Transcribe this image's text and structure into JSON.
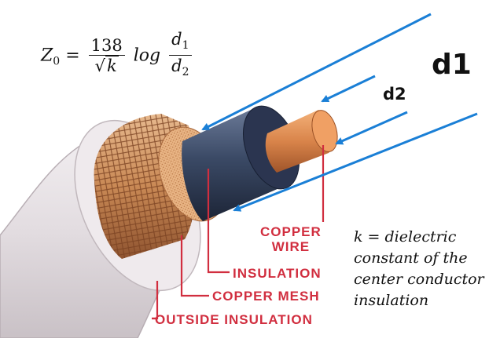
{
  "formula": {
    "lhs": "Z",
    "lhs_sub": "0",
    "equals": "=",
    "numerator": "138",
    "sqrt_symbol": "√",
    "radicand": "k",
    "log": "log",
    "d_num": "d",
    "d_num_sub": "1",
    "d_den": "d",
    "d_den_sub": "2"
  },
  "labels": {
    "d1": "d1",
    "d2": "d2",
    "copper_wire_line1": "COPPER",
    "copper_wire_line2": "WIRE",
    "insulation": "INSULATION",
    "copper_mesh": "COPPER MESH",
    "outside_insulation": "OUTSIDE INSULATION"
  },
  "note": {
    "line1": "k = dielectric",
    "line2": "constant of the",
    "line3": "center conductor",
    "line4": "insulation"
  },
  "colors": {
    "label_red": "#d12e3f",
    "arrow_blue": "#1a7fd6",
    "copper": "#d9844a",
    "insulation_blue": "#3b4a66",
    "outer_jacket": "#e8e3e6",
    "mesh": "#b06a3c"
  }
}
